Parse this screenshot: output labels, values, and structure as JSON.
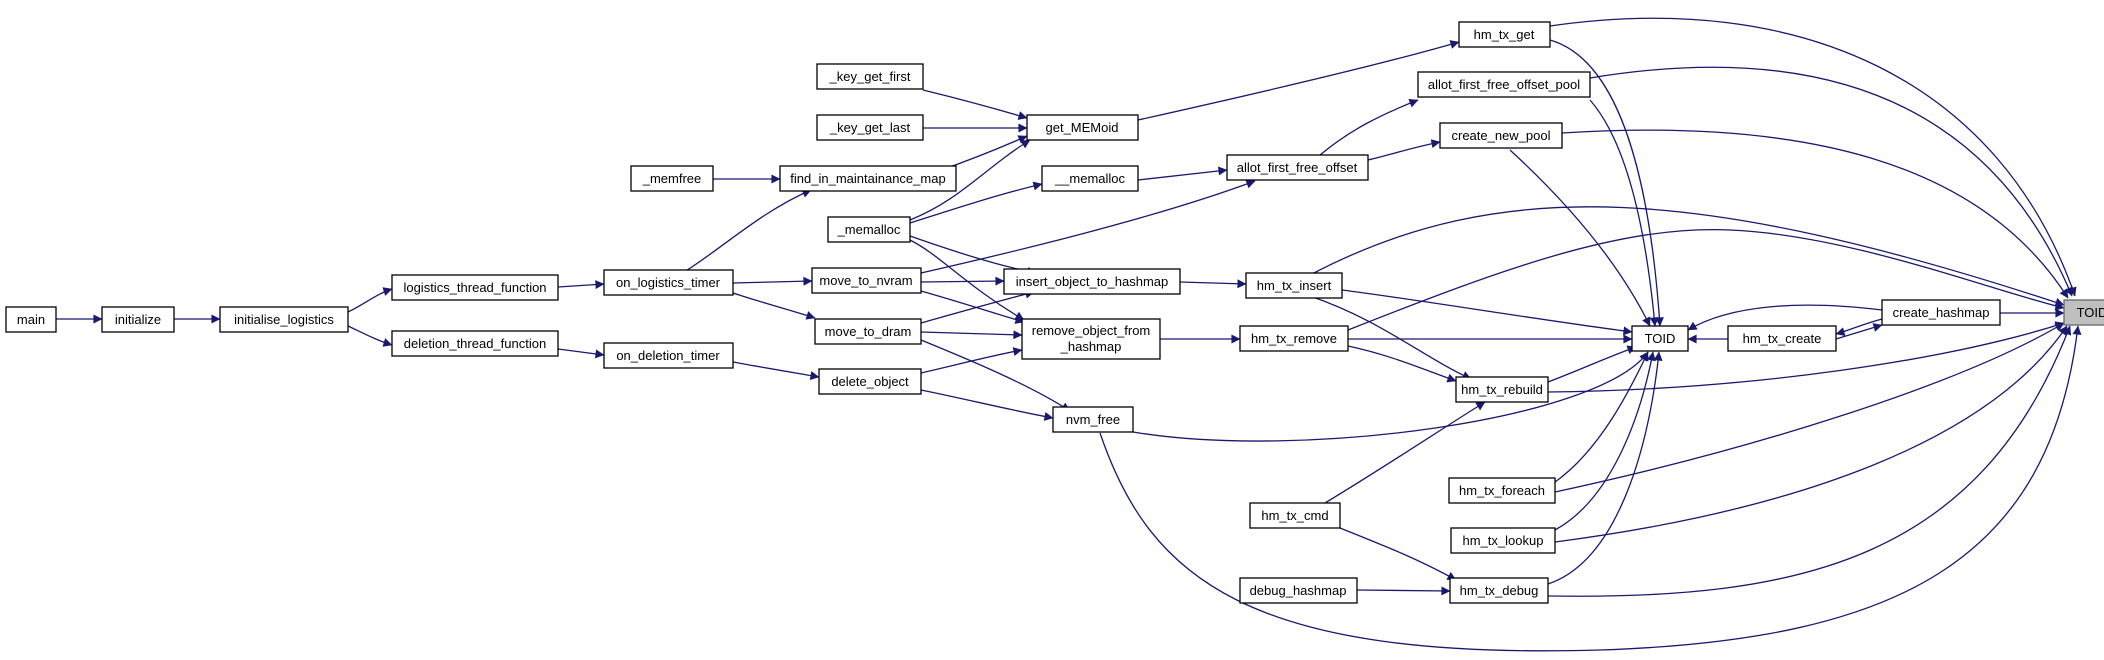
{
  "graph": {
    "nodes": {
      "main": "main",
      "initialize": "initialize",
      "initialise_logistics": "initialise_logistics",
      "logistics_thread_function": "logistics_thread_function",
      "deletion_thread_function": "deletion_thread_function",
      "on_logistics_timer": "on_logistics_timer",
      "on_deletion_timer": "on_deletion_timer",
      "memfree": "_memfree",
      "find_in_maintainance_map": "find_in_maintainance_map",
      "key_get_first": "_key_get_first",
      "key_get_last": "_key_get_last",
      "get_MEMoid": "get_MEMoid",
      "memalloc": "_memalloc",
      "memalloc2": "__memalloc",
      "move_to_nvram": "move_to_nvram",
      "move_to_dram": "move_to_dram",
      "delete_object": "delete_object",
      "insert_object_to_hashmap": "insert_object_to_hashmap",
      "remove_object_line1": "remove_object_from",
      "remove_object_line2": "_hashmap",
      "nvm_free": "nvm_free",
      "allot_first_free_offset": "allot_first_free_offset",
      "allot_first_free_offset_pool": "allot_first_free_offset_pool",
      "create_new_pool": "create_new_pool",
      "hm_tx_get": "hm_tx_get",
      "hm_tx_insert": "hm_tx_insert",
      "hm_tx_remove": "hm_tx_remove",
      "hm_tx_rebuild": "hm_tx_rebuild",
      "hm_tx_cmd": "hm_tx_cmd",
      "debug_hashmap": "debug_hashmap",
      "hm_tx_debug": "hm_tx_debug",
      "hm_tx_foreach": "hm_tx_foreach",
      "hm_tx_lookup": "hm_tx_lookup",
      "hm_tx_create": "hm_tx_create",
      "create_hashmap": "create_hashmap",
      "TOID_mid": "TOID",
      "TOID_end": "TOID"
    },
    "highlight_node": "TOID_end",
    "edge_color": "#191970",
    "node_fill": "#ffffff",
    "highlight_fill": "#bfbfbf"
  }
}
